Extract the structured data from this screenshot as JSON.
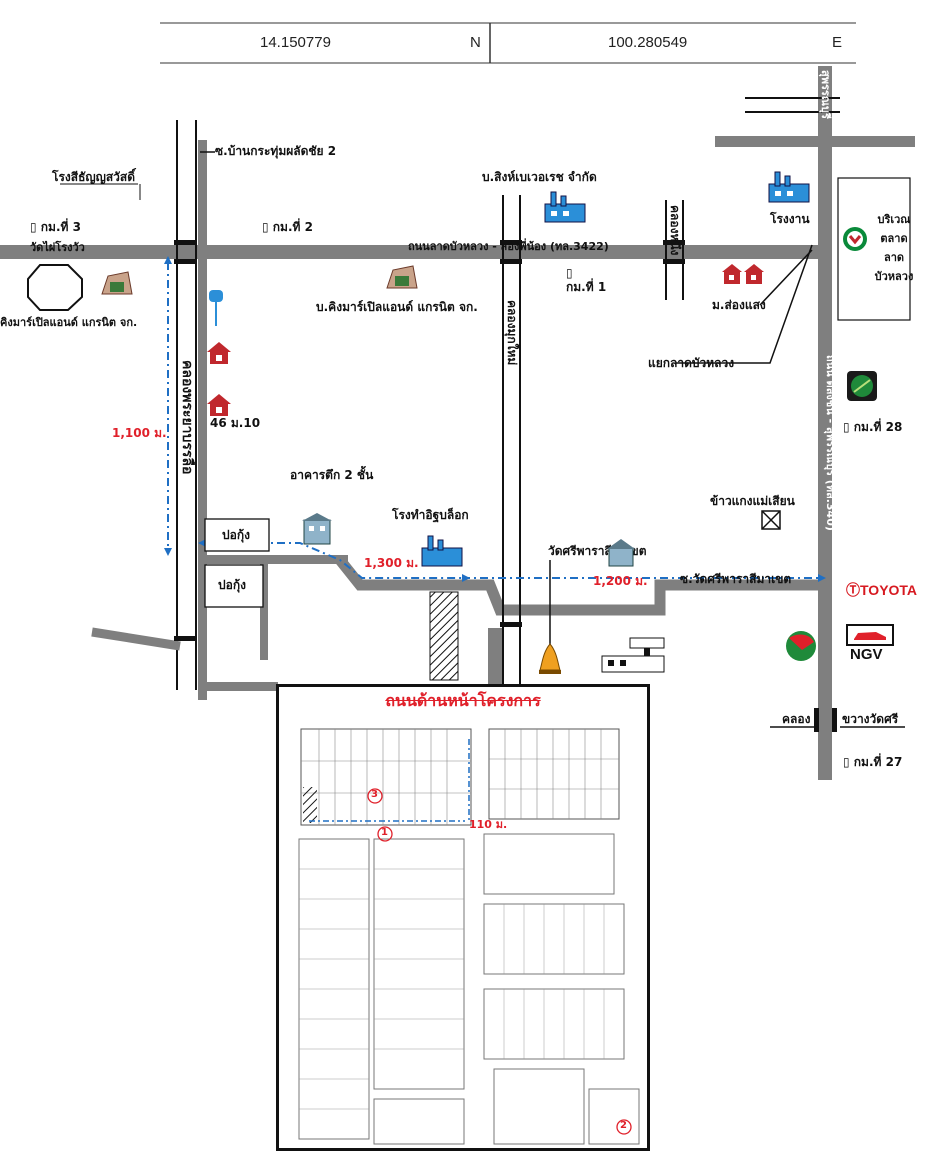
{
  "coordinates": {
    "lat_value": "14.150779",
    "lat_dir": "N",
    "lon_value": "100.280549",
    "lon_dir": "E"
  },
  "roads": {
    "main_road": "ถนนลาดบัวหลวง - สองพี่น้อง (ทล.3422)",
    "highway_340": "ถนน ตลิ่งชัน - สุพรรณบุรี (ทล.340)",
    "highway_top": "สุพรรณบุรี",
    "soi_ban_krachum": "ซ.บ้านกระทุ่มผลัดชัย 2",
    "soi_wat_sri": "ซ.วัดศรีพาราสีมาเขต",
    "canal_phraya": "คลองพระยาบรรลือ",
    "canal_mukmai": "คลองมุกใหม่",
    "canal_nueng": "คลองหนึ่ง",
    "canal_bottom": "คลอง",
    "bang_wat_sri": "ขวางวัดศรี"
  },
  "markers": {
    "km3": "กม.ที่ 3",
    "km2": "กม.ที่ 2",
    "km1": "กม.ที่ 1",
    "km28": "กม.ที่ 28",
    "km27": "กม.ที่ 27"
  },
  "places": {
    "rice_mill": "โรงสีธัญญสวัสดิ์",
    "wat_phai": "วัดไผ่โรงวัว",
    "singha": "บ.สิงห์เบเวอเรช จำกัด",
    "factory": "โรงงาน",
    "market": [
      "บริเวณ",
      "ตลาด",
      "ลาด",
      "บัวหลวง"
    ],
    "kingmart_left": "คิงมาร์เปิลแอนด์ แกรนิต จก.",
    "kingmart_mid": "บ.คิงมาร์เปิลแอนด์ แกรนิต จก.",
    "songsaeng": "ม.ส่องแสง",
    "junction": "แยกลาดบัวหลวง",
    "house_46": "46 ม.10",
    "building_2": "อาคารตึก 2 ชั้น",
    "block_factory": "โรงทำอิฐบล็อก",
    "wat_sri": "วัดศรีพาราสีมาเขต",
    "khao_kaeng": "ข้าวแกงแม่เสียน",
    "pakung_1": "ปอกุ้ง",
    "pakung_2": "ปอกุ้ง"
  },
  "distances": {
    "d1100": "1,100 ม.",
    "d1300": "1,300 ม.",
    "d1200": "1,200 ม.",
    "d110": "110 ม."
  },
  "brands": {
    "toyota": "TOYOTA",
    "ngv": "NGV"
  },
  "plan": {
    "title": "ถนนด้านหน้าโครงการ",
    "zone_labels": [
      "3",
      "1",
      "2"
    ]
  },
  "colors": {
    "road": "#7f7f7f",
    "distance_line": "#1f6fc4",
    "distance_text": "#e0202a",
    "house_red": "#c0282d"
  }
}
